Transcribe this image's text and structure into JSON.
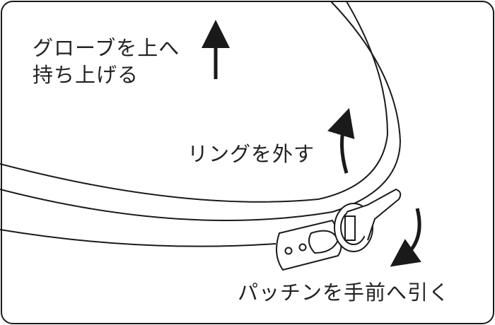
{
  "labels": {
    "lift_line1": "グローブを上へ",
    "lift_line2": "持ち上げる",
    "ring": "リングを外す",
    "latch": "パッチンを手前へ引く"
  },
  "colors": {
    "stroke": "#1a1a1a",
    "background": "#ffffff"
  }
}
